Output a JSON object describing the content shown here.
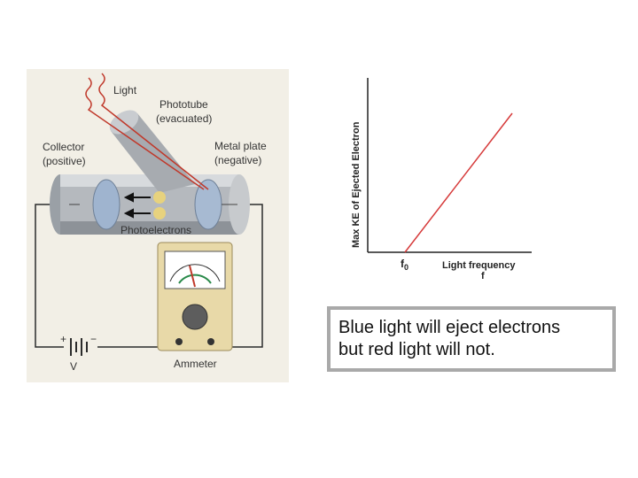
{
  "diagram": {
    "light_label": "Light",
    "phototube_label": "Phototube",
    "phototube_sub": "(evacuated)",
    "collector_label": "Collector",
    "collector_sub": "(positive)",
    "metal_plate_label": "Metal plate",
    "metal_plate_sub": "(negative)",
    "photoelectrons_label": "Photoelectrons",
    "ammeter_label": "Ammeter",
    "battery_plus": "+",
    "battery_minus": "−",
    "battery_label": "V",
    "colors": {
      "background": "#f2efe6",
      "wire": "#2b2b2b",
      "light_ray": "#c0392b",
      "meter_body": "#e8d9a8"
    }
  },
  "graph": {
    "y_axis_label": "Max KE of Ejected Electron",
    "x_axis_label": "Light frequency",
    "x_axis_symbol": "f",
    "threshold_symbol": "f",
    "threshold_subscript": "0",
    "line_color": "#d63a3a"
  },
  "caption": {
    "text": "Blue light will eject electrons\nbut red light will not."
  }
}
